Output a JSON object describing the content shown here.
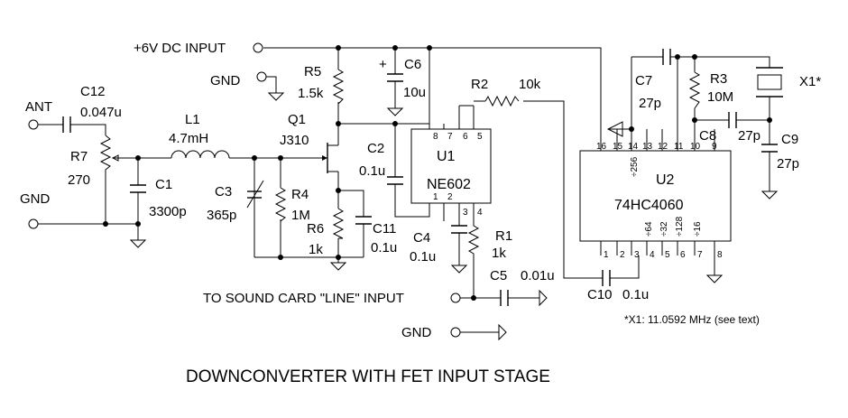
{
  "labels": {
    "supply": "+6V DC INPUT",
    "gnd_top": "GND",
    "ant": "ANT",
    "gnd_left": "GND",
    "sound_card": "TO SOUND CARD \"LINE\" INPUT",
    "gnd_bottom": "GND",
    "title": "DOWNCONVERTER WITH FET INPUT STAGE",
    "note": "*X1: 11.0592 MHz (see text)"
  },
  "parts": {
    "c12_name": "C12",
    "c12_val": "0.047u",
    "r7_name": "R7",
    "r7_val": "270",
    "c1_name": "C1",
    "c1_val": "3300p",
    "l1_name": "L1",
    "l1_val": "4.7mH",
    "c3_name": "C3",
    "c3_val": "365p",
    "r4_name": "R4",
    "r4_val": "1M",
    "q1_name": "Q1",
    "q1_val": "J310",
    "r5_name": "R5",
    "r5_val": "1.5k",
    "r6_name": "R6",
    "r6_val": "1k",
    "c11_name": "C11",
    "c11_val": "0.1u",
    "c2_name": "C2",
    "c2_val": "0.1u",
    "c6_name": "C6",
    "c6_val": "10u",
    "c6_plus": "+",
    "u1_name": "U1",
    "u1_val": "NE602",
    "r2_name": "R2",
    "r2_val": "10k",
    "c4_name": "C4",
    "c4_val": "0.1u",
    "r1_name": "R1",
    "r1_val": "1k",
    "c5_name": "C5",
    "c5_val": "0.01u",
    "c10_name": "C10",
    "c10_val": "0.1u",
    "u2_name": "U2",
    "u2_val": "74HC4060",
    "c7_name": "C7",
    "c7_val": "27p",
    "r3_name": "R3",
    "r3_val": "10M",
    "x1_name": "X1*",
    "c8_name": "C8",
    "c8_val": "27p",
    "c9_name": "C9",
    "c9_val": "27p"
  },
  "u1_pins": {
    "p8": "8",
    "p7": "7",
    "p6": "6",
    "p5": "5",
    "p1": "1",
    "p2": "2",
    "p3": "3",
    "p4": "4"
  },
  "u2_pins": {
    "p16": "16",
    "p15": "15",
    "p14": "14",
    "p13": "13",
    "p12": "12",
    "p11": "11",
    "p10": "10",
    "p9": "9",
    "p1": "1",
    "p2": "2",
    "p3": "3",
    "p4": "4",
    "p5": "5",
    "p6": "6",
    "p7": "7",
    "p8": "8"
  },
  "u2_div": {
    "d256": "÷256",
    "d32": "÷32",
    "d64": "÷64",
    "d128": "÷128",
    "d16": "÷16"
  }
}
